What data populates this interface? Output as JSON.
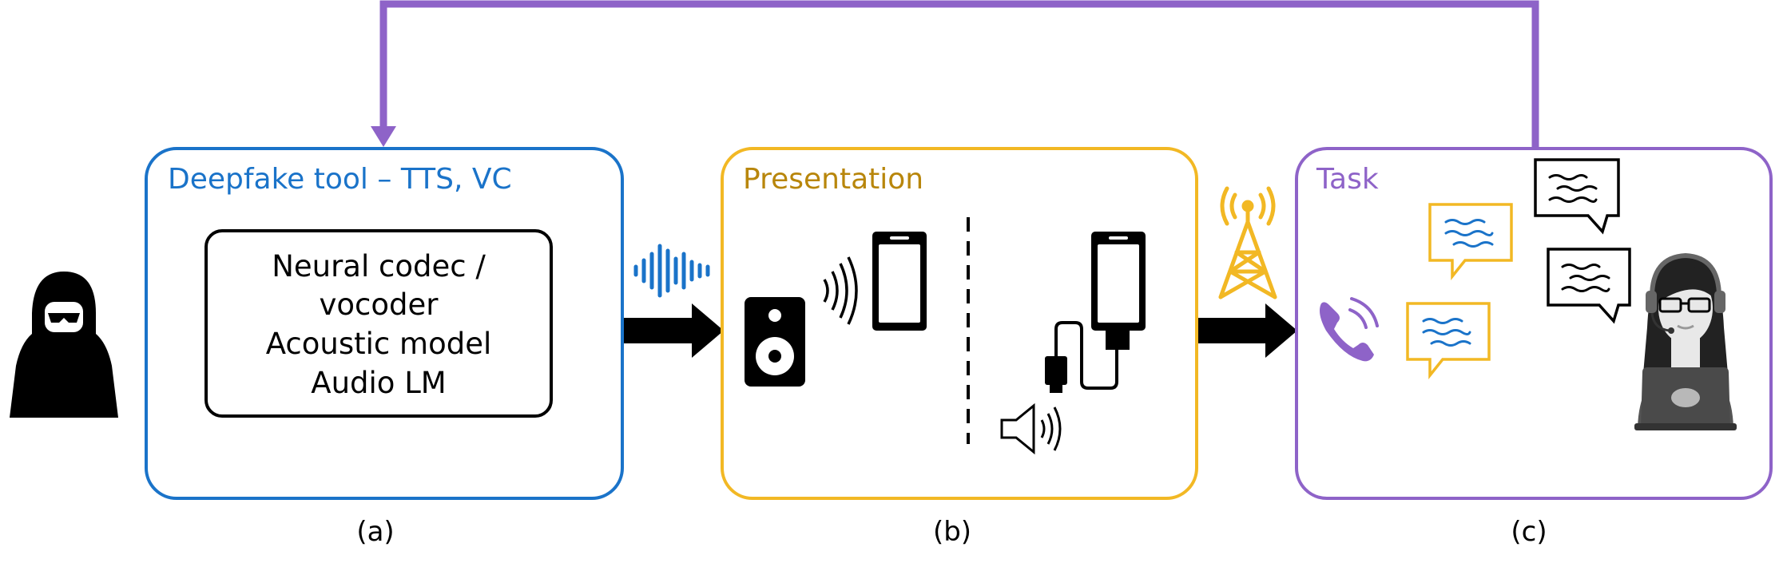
{
  "panels": {
    "a": {
      "title": "Deepfake tool – TTS, VC",
      "model_lines": [
        "Neural codec /",
        "vocoder",
        "Acoustic model",
        "Audio LM"
      ],
      "caption": "(a)",
      "color": "#1a73c9"
    },
    "b": {
      "title": "Presentation",
      "caption": "(b)",
      "color": "#f2b824",
      "title_color": "#b8860b"
    },
    "c": {
      "title": "Task",
      "caption": "(c)",
      "color": "#8e63c8"
    }
  },
  "colors": {
    "feedback_arrow": "#8e63c8",
    "flow_arrow": "#000000",
    "waveform": "#1a73c9",
    "tower": "#f2b824",
    "phone_call": "#8e63c8"
  },
  "icons": [
    "hacker-icon",
    "waveform-icon",
    "speaker-icon",
    "sound-waves-icon",
    "smartphone-icon",
    "cable-icon",
    "loudspeaker-icon",
    "cell-tower-icon",
    "phone-call-icon",
    "chat-bubble-icon",
    "call-agent-icon"
  ]
}
